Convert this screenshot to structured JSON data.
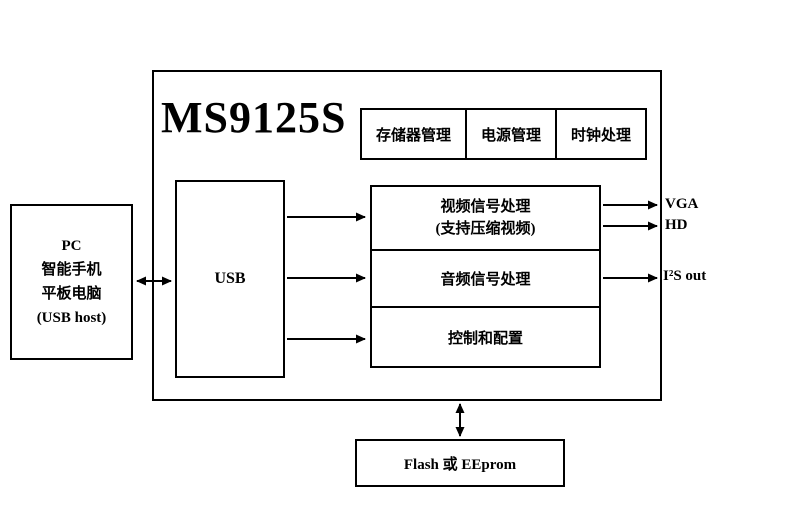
{
  "diagram": {
    "chip": {
      "title": "MS9125S",
      "top_modules": [
        "存储器管理",
        "电源管理",
        "时钟处理"
      ],
      "usb_label": "USB",
      "video_line1": "视频信号处理",
      "video_line2": "(支持压缩视频)",
      "audio_label": "音频信号处理",
      "control_label": "控制和配置"
    },
    "host": {
      "line1": "PC",
      "line2": "智能手机",
      "line3": "平板电脑",
      "line4": "(USB host)"
    },
    "storage_label": "Flash 或 EEprom",
    "outputs": {
      "vga": "VGA",
      "hd": "HD",
      "i2s": "I²S out"
    },
    "colors": {
      "line": "#000000",
      "background": "#ffffff"
    }
  }
}
